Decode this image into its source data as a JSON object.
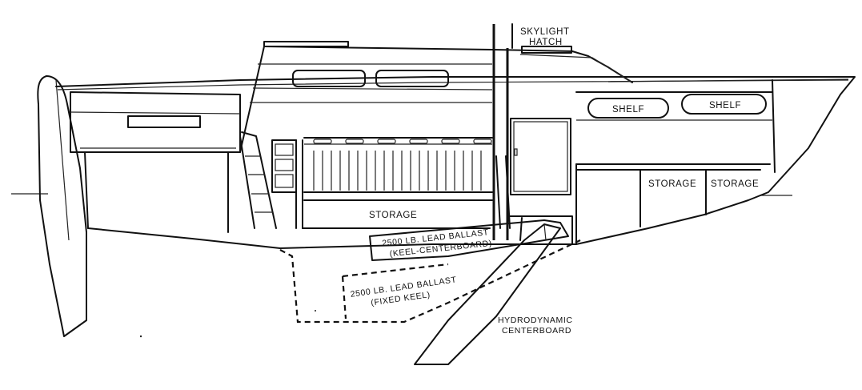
{
  "labels": {
    "skylight_line1": "SKYLIGHT",
    "skylight_line2": "HATCH",
    "shelf_1": "SHELF",
    "shelf_2": "SHELF",
    "storage_main": "STORAGE",
    "storage_aft_1": "STORAGE",
    "storage_aft_2": "STORAGE",
    "ballast_cb_line1": "2500 LB. LEAD BALLAST",
    "ballast_cb_line2": "(KEEL-CENTERBOARD)",
    "ballast_fk_line1": "2500 LB. LEAD BALLAST",
    "ballast_fk_line2": "(FIXED KEEL)",
    "centerboard_line1": "HYDRODYNAMIC",
    "centerboard_line2": "CENTERBOARD"
  }
}
